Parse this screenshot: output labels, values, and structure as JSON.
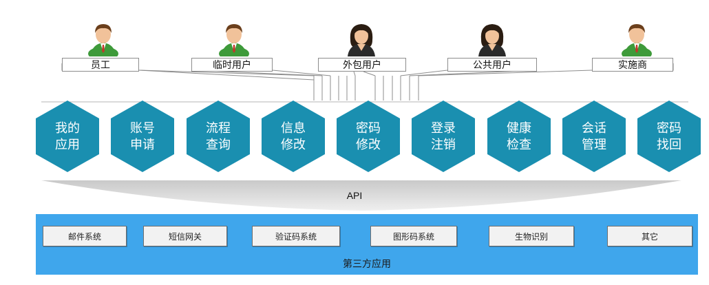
{
  "users": [
    {
      "name": "员工",
      "avatar": "male-user-icon"
    },
    {
      "name": "临时用户",
      "avatar": "male-user-icon"
    },
    {
      "name": "外包用户",
      "avatar": "female-user-icon"
    },
    {
      "name": "公共用户",
      "avatar": "female-user-icon"
    },
    {
      "name": "实施商",
      "avatar": "male-user-icon"
    }
  ],
  "functions": [
    {
      "label": "我的应用"
    },
    {
      "label": "账号申请"
    },
    {
      "label": "流程查询"
    },
    {
      "label": "信息修改"
    },
    {
      "label": "密码修改"
    },
    {
      "label": "登录注销"
    },
    {
      "label": "健康检查"
    },
    {
      "label": "会话管理"
    },
    {
      "label": "密码找回"
    }
  ],
  "api": {
    "label": "API"
  },
  "third_party": {
    "title": "第三方应用",
    "systems": [
      "邮件系统",
      "短信网关",
      "验证码系统",
      "图形码系统",
      "生物识别",
      "其它"
    ]
  },
  "colors": {
    "hexagon": "#1a8fb0",
    "panel": "#3fa6ec",
    "system_box": "#f2f2f2",
    "male_shirt": "#3e9a3a",
    "hair_dark": "#2b1d12"
  }
}
